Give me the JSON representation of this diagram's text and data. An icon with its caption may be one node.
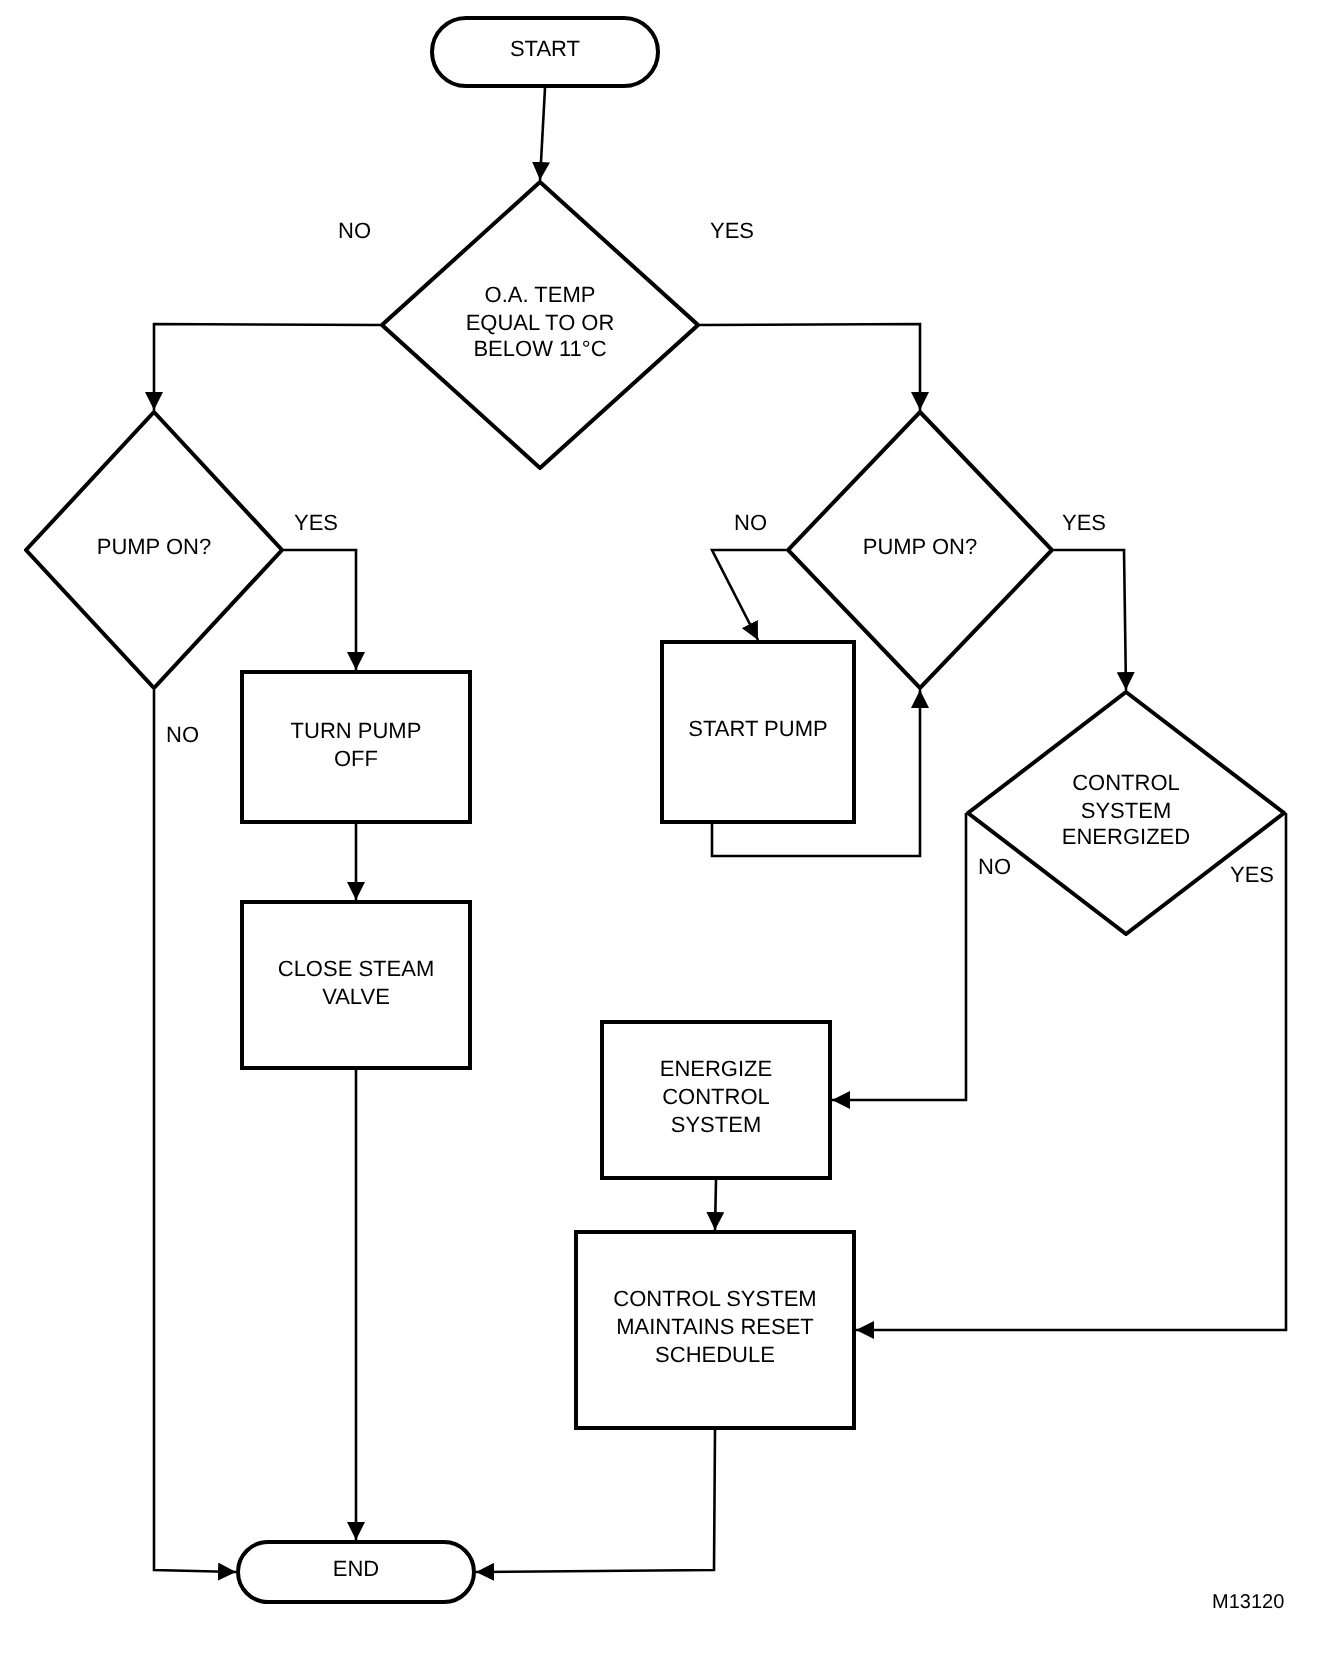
{
  "diagram": {
    "nodes": [
      {
        "text": [
          "START"
        ]
      },
      {
        "text": [
          "O.A. TEMP EQUAL TO OR BELOW 11°C"
        ]
      },
      {
        "text": [
          "PUMP ON?"
        ]
      },
      {
        "text": [
          "PUMP ON?"
        ]
      },
      {
        "text": [
          "START PUMP"
        ]
      },
      {
        "text": [
          "CONTROL SYSTEM ENERGIZED"
        ]
      },
      {
        "text": [
          "TURN PUMP OFF"
        ]
      },
      {
        "text": [
          "CLOSE STEAM VALVE"
        ]
      },
      {
        "text": [
          "ENERGIZE CONTROL SYSTEM"
        ]
      },
      {
        "text": [
          "CONTROL SYSTEM MAINTAINS RESET SCHEDULE"
        ]
      },
      {
        "text": [
          "END"
        ]
      }
    ],
    "edges": [
      {
        "from": 0,
        "to": 1,
        "arrow": "to"
      },
      {
        "from": 1,
        "to": 2,
        "arrow": "to",
        "label": "NO"
      },
      {
        "from": 1,
        "to": 3,
        "arrow": "to",
        "label": "YES"
      },
      {
        "from": 2,
        "to": 6,
        "arrow": "to",
        "label": "YES"
      },
      {
        "from": 2,
        "to": 10,
        "arrow": "to",
        "label": "NO"
      },
      {
        "from": 3,
        "to": 4,
        "arrow": "to",
        "label": "NO"
      },
      {
        "from": 4,
        "to": 3,
        "arrow": "to"
      },
      {
        "from": 3,
        "to": 5,
        "arrow": "to",
        "label": "YES"
      },
      {
        "from": 6,
        "to": 7,
        "arrow": "to"
      },
      {
        "from": 5,
        "to": 8,
        "arrow": "to",
        "label": "NO"
      },
      {
        "from": 5,
        "to": 9,
        "arrow": "to",
        "label": "YES"
      },
      {
        "from": 8,
        "to": 9,
        "arrow": "to"
      },
      {
        "from": 7,
        "to": 10,
        "arrow": "to"
      },
      {
        "from": 9,
        "to": 10,
        "arrow": "to"
      }
    ],
    "labels": [
      "M13120"
    ]
  }
}
